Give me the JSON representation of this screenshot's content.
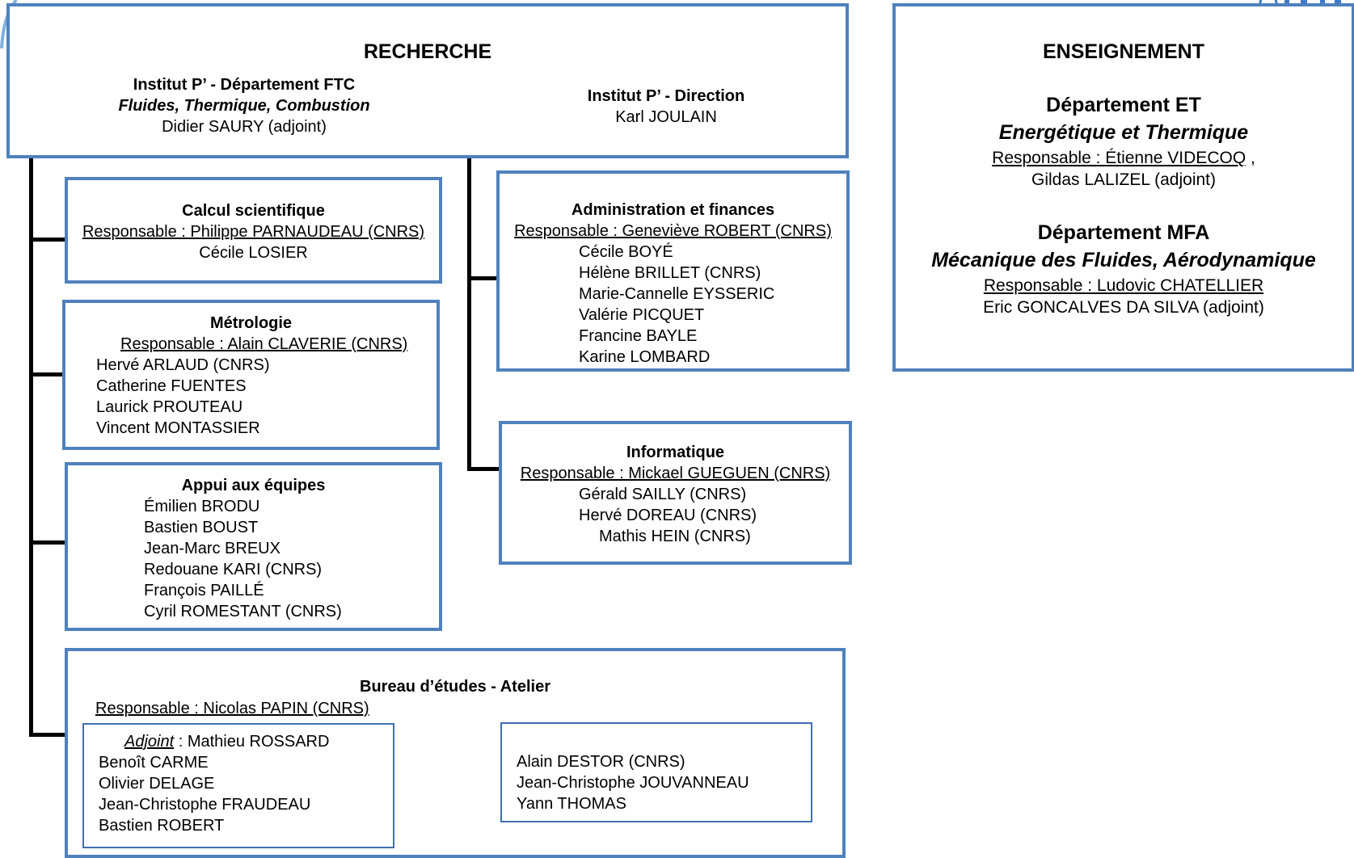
{
  "recherche": {
    "title": "RECHERCHE",
    "ftc": {
      "line1": "Institut P’ - Département FTC",
      "line2": "Fluides, Thermique, Combustion",
      "line3": "Didier SAURY (adjoint)"
    },
    "direction": {
      "line1": "Institut P’ - Direction",
      "line2": "Karl JOULAIN"
    }
  },
  "calcul": {
    "title": "Calcul scientifique",
    "responsable": "Responsable : Philippe PARNAUDEAU (CNRS)",
    "members": [
      "Cécile LOSIER"
    ]
  },
  "metrologie": {
    "title": "Métrologie",
    "responsable": "Responsable : Alain CLAVERIE (CNRS)",
    "members": [
      "Hervé ARLAUD (CNRS)",
      "Catherine FUENTES",
      "Laurick PROUTEAU",
      "Vincent MONTASSIER"
    ]
  },
  "appui": {
    "title": "Appui aux équipes",
    "members": [
      "Émilien BRODU",
      "Bastien BOUST",
      "Jean-Marc BREUX",
      "Redouane KARI (CNRS)",
      "François PAILLÉ",
      "Cyril ROMESTANT (CNRS)"
    ]
  },
  "admin": {
    "title": "Administration et finances",
    "responsable": "Responsable : Geneviève ROBERT (CNRS)",
    "members": [
      "Cécile BOYÉ",
      "Hélène BRILLET (CNRS)",
      "Marie-Cannelle EYSSERIC",
      "Valérie PICQUET",
      "Francine BAYLE",
      "Karine LOMBARD"
    ]
  },
  "info": {
    "title": "Informatique",
    "responsable": "Responsable : Mickael GUEGUEN (CNRS)",
    "members": [
      "Gérald SAILLY (CNRS)",
      "Hervé DOREAU (CNRS)",
      "Mathis HEIN (CNRS)"
    ]
  },
  "bureau": {
    "title": "Bureau d’études - Atelier",
    "responsable": "Responsable : Nicolas PAPIN (CNRS)",
    "adjoint_label": "Adjoint",
    "adjoint_name": " : Mathieu ROSSARD",
    "left_members": [
      "Benoît CARME",
      "Olivier DELAGE",
      "Jean-Christophe FRAUDEAU",
      "Bastien ROBERT"
    ],
    "right_members": [
      "Alain DESTOR (CNRS)",
      "Jean-Christophe JOUVANNEAU",
      "Yann THOMAS"
    ]
  },
  "enseignement": {
    "title": "ENSEIGNEMENT",
    "et": {
      "title": "Département ET",
      "subtitle": "Energétique et Thermique",
      "responsable": "Responsable : Étienne VIDECOQ",
      "after_responsable": " ,",
      "adjoint": "Gildas LALIZEL (adjoint)"
    },
    "mfa": {
      "title": "Département MFA",
      "subtitle": "Mécanique des Fluides, Aérodynamique",
      "responsable": "Responsable : Ludovic CHATELLIER",
      "adjoint": "Eric GONCALVES DA SILVA (adjoint)"
    }
  },
  "colors": {
    "border": "#4f81bd",
    "connector": "#000000"
  }
}
